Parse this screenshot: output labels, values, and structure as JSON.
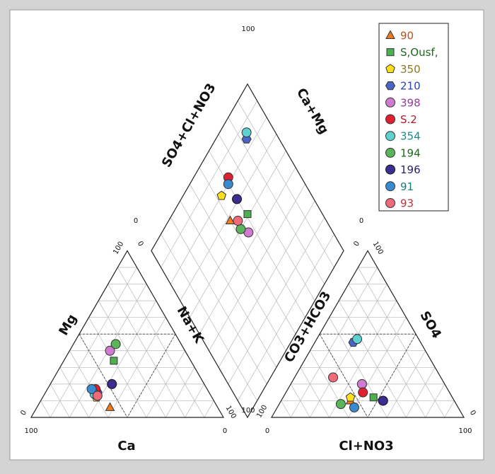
{
  "chart_data": {
    "type": "scatter",
    "subtype": "piper-diagram",
    "legend_position": "top-right",
    "grid": true,
    "axes": {
      "cation_triangle": {
        "left": "Mg",
        "bottom": "Ca",
        "right": "Na+K"
      },
      "anion_triangle": {
        "left": "CO3+HCO3",
        "bottom": "Cl+NO3",
        "right": "SO4"
      },
      "diamond": {
        "upper_left": "SO4+Cl+NO3",
        "upper_right": "Ca+Mg"
      }
    },
    "tick_labels": {
      "max": "100",
      "min": "0"
    },
    "series": [
      {
        "name": "90",
        "marker": "triangle",
        "fill": "#f07a1e",
        "text_color": "#c0501a",
        "cation": {
          "Ca": 56,
          "Mg": 6
        },
        "anion": {
          "Cl+NO3": 36,
          "SO4": 10
        },
        "diamond": {
          "SO4+Cl+NO3": 50,
          "Ca+Mg": 68
        }
      },
      {
        "name": "S,Ousf,",
        "marker": "square",
        "fill": "#4caf50",
        "text_color": "#1a6a1a",
        "cation": {
          "Ca": 40,
          "Mg": 34
        },
        "anion": {
          "Cl+NO3": 47,
          "SO4": 12
        },
        "diamond": {
          "SO4+Cl+NO3": 61,
          "Ca+Mg": 61
        }
      },
      {
        "name": "350",
        "marker": "pentagon",
        "fill": "#ffe01a",
        "text_color": "#8a7a20",
        "cation": {
          "Ca": 60,
          "Mg": 12
        },
        "anion": {
          "Cl+NO3": 35,
          "SO4": 12
        },
        "diamond": {
          "SO4+Cl+NO3": 53,
          "Ca+Mg": 80
        }
      },
      {
        "name": "210",
        "marker": "hexagon",
        "fill": "#4a64c8",
        "text_color": "#2a44b0",
        "cation": {
          "Ca": 58,
          "Mg": 15
        },
        "anion": {
          "Cl+NO3": 20,
          "SO4": 45
        },
        "diamond": {
          "SO4+Cl+NO3": 83,
          "Ca+Mg": 84
        }
      },
      {
        "name": "398",
        "marker": "circle",
        "fill": "#d07ad0",
        "text_color": "#9a3a9a",
        "cation": {
          "Ca": 39,
          "Mg": 40
        },
        "anion": {
          "Cl+NO3": 37,
          "SO4": 20
        },
        "diamond": {
          "SO4+Cl+NO3": 56,
          "Ca+Mg": 55
        }
      },
      {
        "name": "S.2",
        "marker": "circle",
        "fill": "#e0202e",
        "text_color": "#b01a2a",
        "cation": {
          "Ca": 58,
          "Mg": 17
        },
        "anion": {
          "Cl+NO3": 40,
          "SO4": 15
        },
        "diamond": {
          "SO4+Cl+NO3": 62,
          "Ca+Mg": 82
        }
      },
      {
        "name": "354",
        "marker": "circle",
        "fill": "#5fd0d0",
        "text_color": "#1a8a8a",
        "cation": {
          "Ca": 60,
          "Mg": 14
        },
        "anion": {
          "Cl+NO3": 21,
          "SO4": 47
        },
        "diamond": {
          "SO4+Cl+NO3": 85,
          "Ca+Mg": 86
        }
      },
      {
        "name": "194",
        "marker": "circle",
        "fill": "#5ab45a",
        "text_color": "#1a6a1a",
        "cation": {
          "Ca": 34,
          "Mg": 44
        },
        "anion": {
          "Cl+NO3": 32,
          "SO4": 8
        },
        "diamond": {
          "SO4+Cl+NO3": 53,
          "Ca+Mg": 60
        }
      },
      {
        "name": "196",
        "marker": "circle",
        "fill": "#3a2f90",
        "text_color": "#2a2070",
        "stroke": "#111",
        "cation": {
          "Ca": 48,
          "Mg": 20
        },
        "anion": {
          "Cl+NO3": 53,
          "SO4": 10
        },
        "diamond": {
          "SO4+Cl+NO3": 60,
          "Ca+Mg": 71
        }
      },
      {
        "name": "91",
        "marker": "circle",
        "fill": "#3a8ad0",
        "text_color": "#1a7a7a",
        "cation": {
          "Ca": 60,
          "Mg": 17
        },
        "anion": {
          "Cl+NO3": 40,
          "SO4": 6
        },
        "diamond": {
          "SO4+Cl+NO3": 60,
          "Ca+Mg": 80
        }
      },
      {
        "name": "93",
        "marker": "circle",
        "fill": "#f06a7a",
        "text_color": "#c0303a",
        "cation": {
          "Ca": 59,
          "Mg": 13
        },
        "anion": {
          "Cl+NO3": 20,
          "SO4": 24
        },
        "diamond": {
          "SO4+Cl+NO3": 54,
          "Ca+Mg": 64
        }
      }
    ]
  }
}
